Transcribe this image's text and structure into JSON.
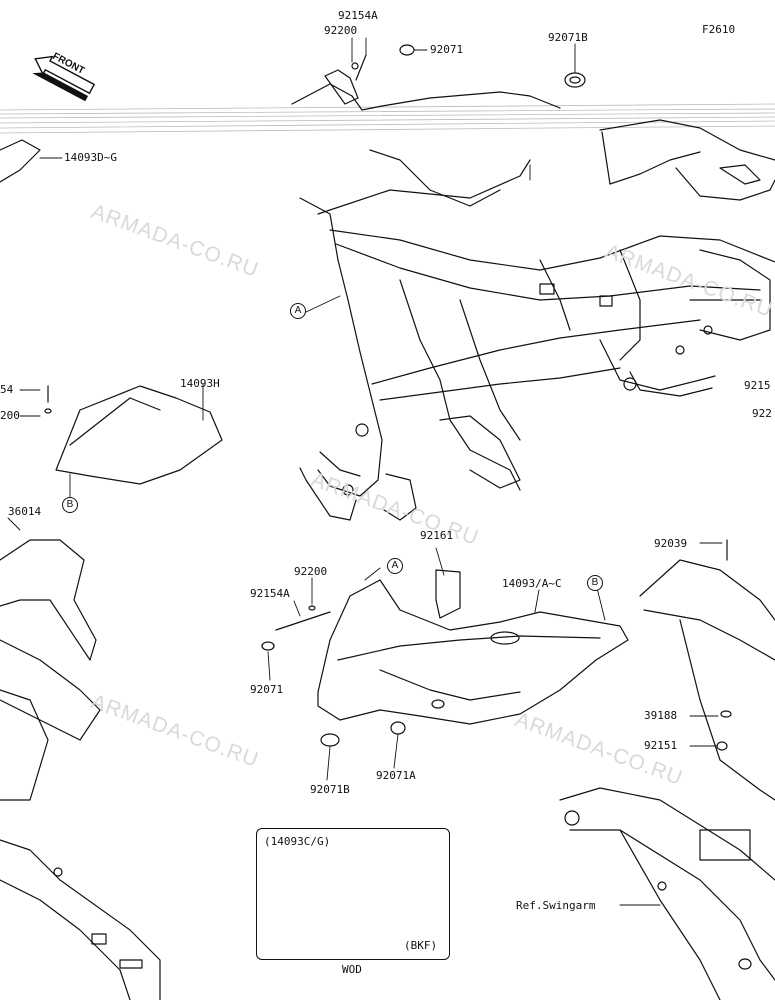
{
  "figure_code": "F2610",
  "front_arrow_text": "FRONT",
  "watermark": "ARMADA-CO.RU",
  "callouts": {
    "a": "A",
    "b": "B"
  },
  "part_labels": {
    "p92154A_top": "92154A",
    "p92200_top": "92200",
    "p92071_top": "92071",
    "p92071B_top": "92071B",
    "p14093DG": "14093D~G",
    "p14093H": "14093H",
    "p36014": "36014",
    "p92161": "92161",
    "p14093AC": "14093/A~C",
    "p92200_mid": "92200",
    "p92154A_mid": "92154A",
    "p92071_mid": "92071",
    "p92071B_bot": "92071B",
    "p92071A": "92071A",
    "p92039": "92039",
    "p39188": "39188",
    "p92151": "92151",
    "ref_swingarm": "Ref.Swingarm",
    "left_cut_54": "54",
    "left_cut_200": "200",
    "right_cut_9215": "9215",
    "right_cut_922": "922"
  },
  "inset": {
    "part_ref": "(14093C/G)",
    "variant": "(BKF)",
    "color_code": "WOD"
  }
}
